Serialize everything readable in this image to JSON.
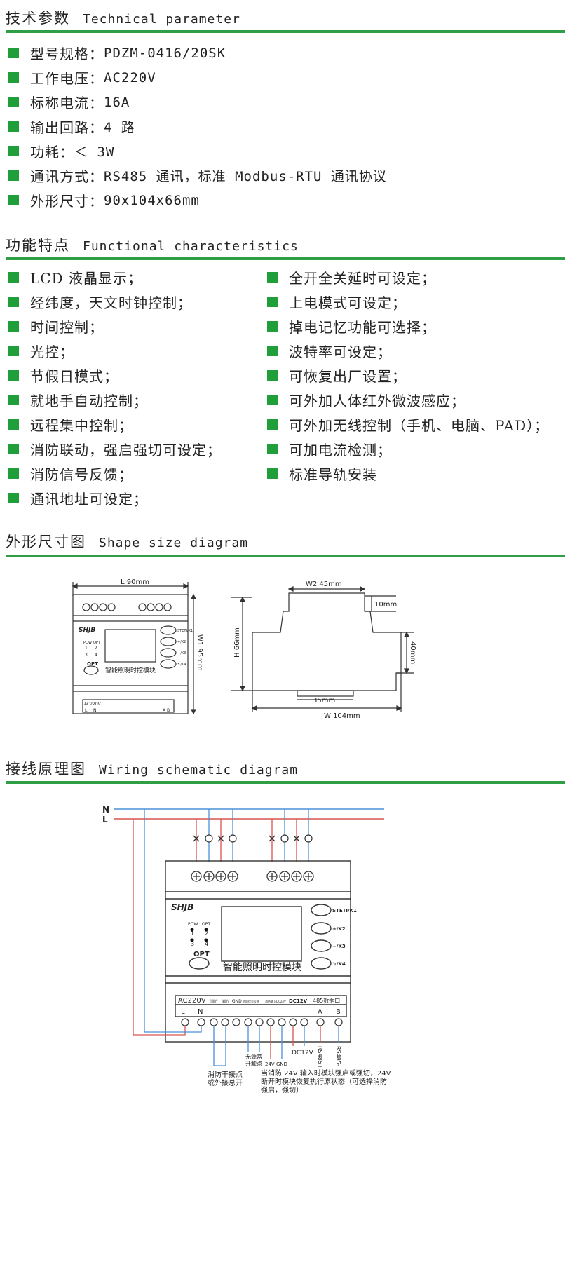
{
  "sections": {
    "technical": {
      "zh": "技术参数",
      "en": "Technical parameter"
    },
    "functional": {
      "zh": "功能特点",
      "en": "Functional characteristics"
    },
    "shape": {
      "zh": "外形尺寸图",
      "en": "Shape size diagram"
    },
    "wiring": {
      "zh": "接线原理图",
      "en": "Wiring schematic diagram"
    }
  },
  "parameters": [
    {
      "label": "型号规格：",
      "value": "PDZM-0416/20SK"
    },
    {
      "label": "工作电压：",
      "value": "AC220V"
    },
    {
      "label": "标称电流：",
      "value": "16A"
    },
    {
      "label": "输出回路：",
      "value": "4 路"
    },
    {
      "label": "功耗：",
      "value": "＜ 3W"
    },
    {
      "label": "通讯方式：",
      "value": "RS485 通讯，标准 Modbus-RTU 通讯协议"
    },
    {
      "label": "外形尺寸：",
      "value": "90x104x66mm"
    }
  ],
  "features_left": [
    "LCD 液晶显示；",
    "经纬度，天文时钟控制；",
    "时间控制；",
    "光控；",
    "节假日模式；",
    "就地手自动控制；",
    "远程集中控制；",
    "消防联动，强启强切可设定；",
    "消防信号反馈；",
    "通讯地址可设定；"
  ],
  "features_right": [
    "全开全关延时可设定；",
    "上电模式可设定；",
    "掉电记忆功能可选择；",
    "波特率可设定；",
    "可恢复出厂设置；",
    "可外加人体红外微波感应；",
    "可外加无线控制（手机、电脑、PAD）；",
    "可加电流检测；",
    "标准导轨安装"
  ],
  "shape_diagram": {
    "front": {
      "dim_L": "L  90mm",
      "dim_W1": "W1  95mm",
      "brand": "SHJB",
      "pow": "POW",
      "opt_small": "OPT",
      "n1": "1",
      "n2": "2",
      "n3": "3",
      "n4": "4",
      "opt": "OPT",
      "module_name": "智能照明时控模块",
      "buttons": [
        "STETI/K1",
        "+/K2",
        "−/K3",
        "↰/K4"
      ],
      "term_ac": "AC220V",
      "term_l": "L",
      "term_n": "N",
      "term_ab": "A B"
    },
    "side": {
      "dim_W2": "W2  45mm",
      "dim_10": "10mm",
      "dim_H": "H  66mm",
      "dim_40": "40mm",
      "dim_35": "35mm",
      "dim_W": "W   104mm"
    }
  },
  "wiring": {
    "N": "N",
    "L": "L",
    "brand": "SHJB",
    "pow": "POW",
    "opt_small": "OPT",
    "n1": "1",
    "n2": "2",
    "n3": "3",
    "n4": "4",
    "opt": "OPT",
    "module_name": "智能照明时控模块",
    "buttons": [
      "STETI/K1",
      "+/K2",
      "−/K3",
      "↰/K4"
    ],
    "ac220v": "AC220V",
    "term_l": "L",
    "term_n": "N",
    "fire1": "消防",
    "fire2": "消防",
    "gnd": "GND",
    "fire_signal": "消防信号反馈",
    "fire_input": "消防输入DC24V",
    "dc12v_hdr": "DC12V",
    "port485": "485数据口",
    "A": "A",
    "B": "B",
    "dc12v_label": "DC12V",
    "rs485p": "RS485+",
    "rs485m": "RS485-",
    "label_24v": "24V",
    "label_gnd": "GND",
    "no_contact1": "无源常",
    "no_contact2": "开触点",
    "fire_dry1": "消防干接点",
    "fire_dry2": "或外接总开",
    "note1": "当消防 24V 输入时模块强启或强切，24V",
    "note2": "断开时模块恢复执行原状态（可选择消防",
    "note3": "强启，强切）"
  }
}
